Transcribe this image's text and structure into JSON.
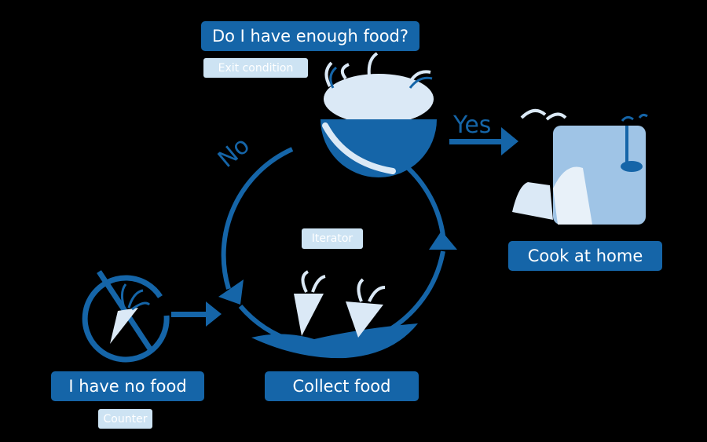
{
  "labels": {
    "question": "Do I have enough food?",
    "no_food": "I have no food",
    "collect": "Collect food",
    "cook": "Cook at home"
  },
  "tags": {
    "exit": "Exit condition",
    "iterator": "Iterator",
    "counter": "Counter"
  },
  "flow": {
    "yes": "Yes",
    "no": "No"
  },
  "colors": {
    "background": "#000000",
    "accent": "#1565a8",
    "light": "#cde3f3"
  }
}
